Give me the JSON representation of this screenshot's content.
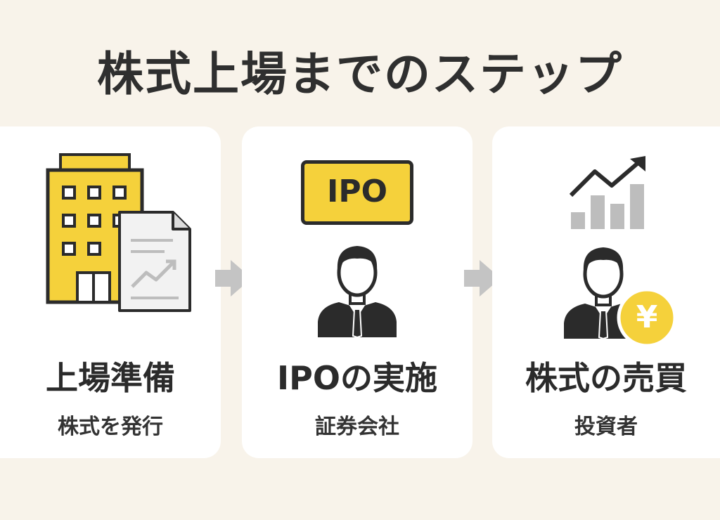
{
  "title": "株式上場までのステップ",
  "steps": [
    {
      "title": "上場準備",
      "subtitle": "株式を発行",
      "icon": "office-building-with-document-icon"
    },
    {
      "title": "IPOの実施",
      "subtitle": "証券会社",
      "badge": "IPO",
      "icon": "businessman-icon"
    },
    {
      "title": "株式の売買",
      "subtitle": "投資者",
      "coin": "¥",
      "icon": "investor-with-yen-coin-icon"
    }
  ],
  "colors": {
    "background": "#f8f3ea",
    "card": "#ffffff",
    "accent_yellow": "#f5d13b",
    "dark": "#2b2b2b",
    "gray": "#bdbdbd"
  }
}
